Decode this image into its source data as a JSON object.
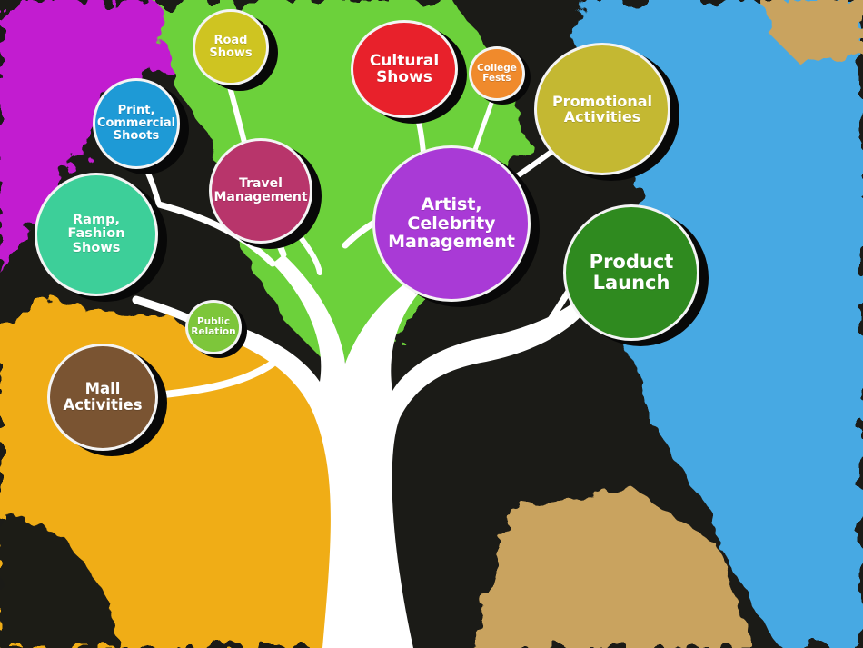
{
  "diagram": {
    "nodes": [
      {
        "id": "road-shows",
        "label": "Road\nShows",
        "color": "#cfc421"
      },
      {
        "id": "cultural-shows",
        "label": "Cultural\nShows",
        "color": "#e8212b"
      },
      {
        "id": "college-fests",
        "label": "College\nFests",
        "color": "#f08a2c"
      },
      {
        "id": "promotional-activities",
        "label": "Promotional\nActivities",
        "color": "#c4b832"
      },
      {
        "id": "print-commercial-shoots",
        "label": "Print,\nCommercial\nShoots",
        "color": "#1e9ad6"
      },
      {
        "id": "travel-management",
        "label": "Travel\nManagement",
        "color": "#b8356b"
      },
      {
        "id": "artist-celebrity-management",
        "label": "Artist,\nCelebrity\nManagement",
        "color": "#a93ad6"
      },
      {
        "id": "ramp-fashion-shows",
        "label": "Ramp, Fashion\nShows",
        "color": "#3dcf99"
      },
      {
        "id": "product-launch",
        "label": "Product\nLaunch",
        "color": "#2f8a1f"
      },
      {
        "id": "public-relation",
        "label": "Public\nRelation",
        "color": "#7dc63a"
      },
      {
        "id": "mall-activities",
        "label": "Mall\nActivities",
        "color": "#7a5432"
      }
    ]
  },
  "colors": {
    "tree": "#ffffff",
    "paint_magenta": "#c21fd0",
    "paint_green": "#6cd13a",
    "paint_blue": "#46a9e3",
    "paint_orange": "#f0ad12",
    "paint_black": "#1b1b17",
    "paint_tan": "#c9a35e"
  }
}
